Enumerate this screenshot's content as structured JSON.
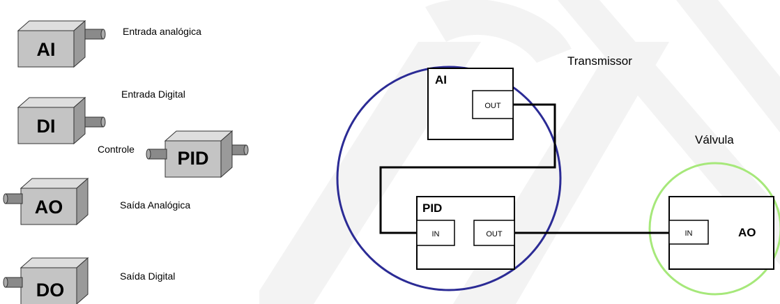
{
  "blocks_legend": [
    {
      "code": "AI",
      "description": "Entrada analógica"
    },
    {
      "code": "DI",
      "description": "Entrada Digital"
    },
    {
      "code": "PID",
      "description": "Controle"
    },
    {
      "code": "AO",
      "description": "Saída Analógica"
    },
    {
      "code": "DO",
      "description": "Saída Digital"
    }
  ],
  "diagram": {
    "transmitter_label": "Transmissor",
    "valve_label": "Válvula",
    "ai_block": {
      "title": "AI",
      "out_port": "OUT"
    },
    "pid_block": {
      "title": "PID",
      "in_port": "IN",
      "out_port": "OUT"
    },
    "ao_block": {
      "title": "AO",
      "in_port": "IN"
    },
    "colors": {
      "transmitter_circle": "#2b2b95",
      "valve_circle": "#a6e87a",
      "watermark": "#f2f2f2",
      "block_gray": "#c4c4c4"
    }
  }
}
